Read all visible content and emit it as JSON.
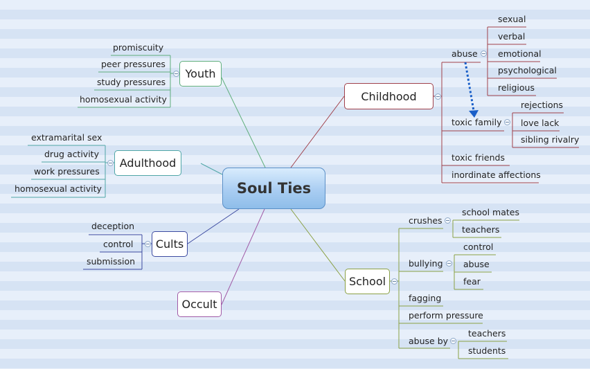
{
  "center": {
    "label": "Soul Ties"
  },
  "topics": {
    "youth": {
      "label": "Youth",
      "items": [
        "promiscuity",
        "peer pressures",
        "study pressures",
        "homosexual activity"
      ]
    },
    "adulthood": {
      "label": "Adulthood",
      "items": [
        "extramarital sex",
        "drug activity",
        "work pressures",
        "homosexual activity"
      ]
    },
    "cults": {
      "label": "Cults",
      "items": [
        "deception",
        "control",
        "submission"
      ]
    },
    "occult": {
      "label": "Occult"
    },
    "childhood": {
      "label": "Childhood",
      "abuse": {
        "label": "abuse",
        "items": [
          "sexual",
          "verbal",
          "emotional",
          "psychological",
          "religious"
        ]
      },
      "toxic_family": {
        "label": "toxic family",
        "items": [
          "rejections",
          "love lack",
          "sibling rivalry"
        ]
      },
      "toxic_friends": "toxic friends",
      "inordinate_affections": "inordinate affections"
    },
    "school": {
      "label": "School",
      "crushes": {
        "label": "crushes",
        "items": [
          "school mates",
          "teachers"
        ]
      },
      "bullying": {
        "label": "bullying",
        "items": [
          "control",
          "abuse",
          "fear"
        ]
      },
      "fagging": "fagging",
      "perform_pressure": "perform pressure",
      "abuse_by": {
        "label": "abuse by",
        "items": [
          "teachers",
          "students"
        ]
      }
    }
  },
  "colors": {
    "youth": "#5fae7c",
    "adulthood": "#4fa6a6",
    "cults": "#3c4aa0",
    "occult": "#a05aa6",
    "childhood": "#a0404a",
    "school": "#8aa044",
    "relation_arrow": "#1a5fc8"
  }
}
